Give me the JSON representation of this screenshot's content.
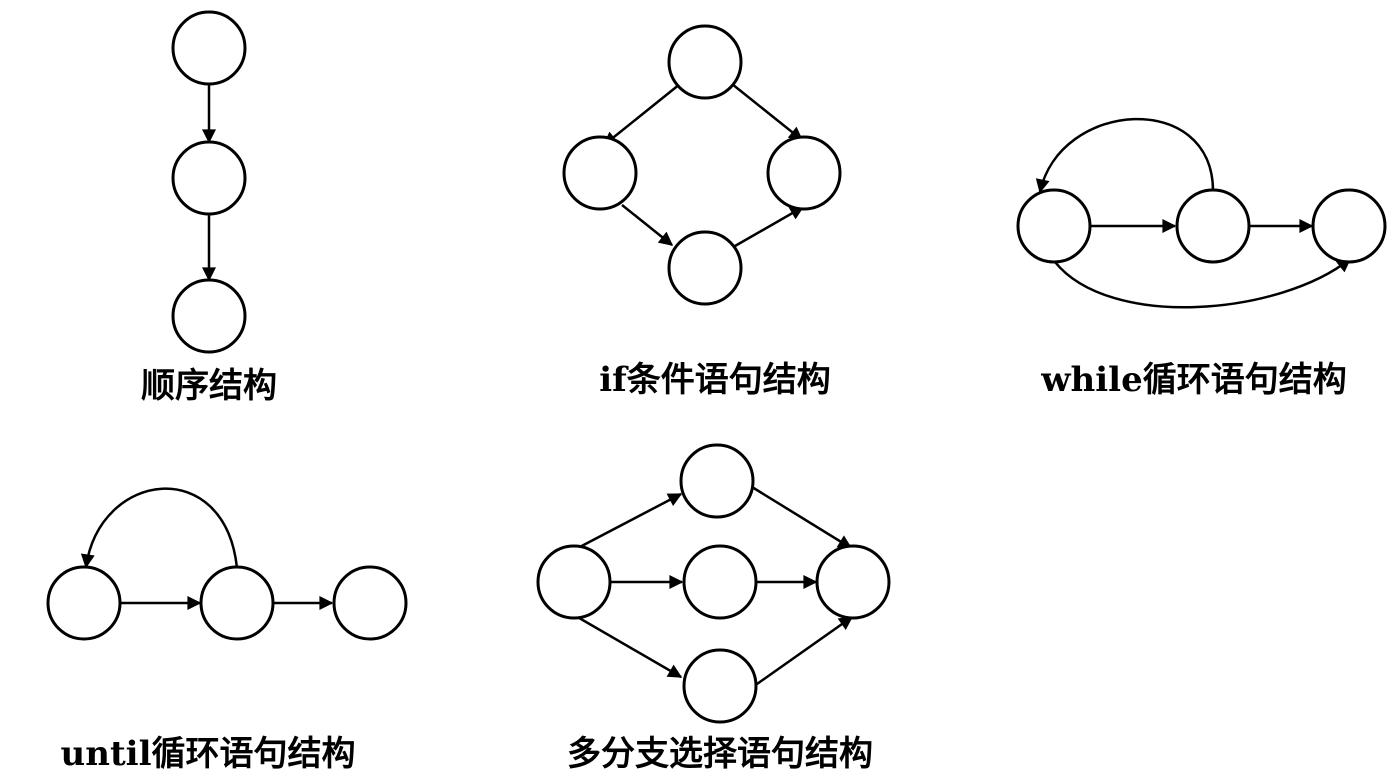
{
  "diagrams": {
    "sequence": {
      "label": "顺序结构"
    },
    "if": {
      "label": "if条件语句结构"
    },
    "while": {
      "label": "while循环语句结构"
    },
    "until": {
      "label": "until循环语句结构"
    },
    "multi_branch": {
      "label": "多分支选择语句结构"
    }
  }
}
